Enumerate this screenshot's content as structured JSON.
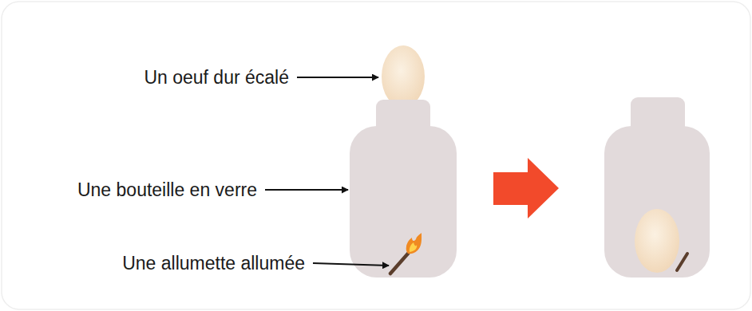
{
  "diagram": {
    "labels": [
      "Un oeuf dur écalé",
      "Une bouteille en verre",
      "Une allumette allumée"
    ]
  }
}
